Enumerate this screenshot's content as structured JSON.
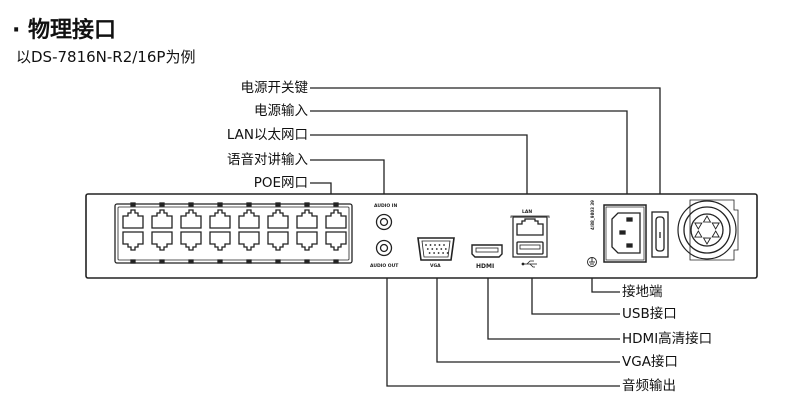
{
  "title": "· 物理接口",
  "subtitle": "以DS-7816N-R2/16P为例",
  "callouts_top": [
    {
      "label": "电源开关键"
    },
    {
      "label": "电源输入"
    },
    {
      "label": "LAN以太网口"
    },
    {
      "label": "语音对讲输入"
    },
    {
      "label": "POE网口"
    }
  ],
  "callouts_bottom": [
    {
      "label": "接地端"
    },
    {
      "label": "USB接口"
    },
    {
      "label": "HDMI高清接口"
    },
    {
      "label": "VGA接口"
    },
    {
      "label": "音频输出"
    }
  ],
  "panel": {
    "poe_port_count": 16,
    "audio_in": "AUDIO IN",
    "audio_out": "AUDIO OUT",
    "vga": "VGA",
    "hdmi": "HDMI",
    "lan": "LAN",
    "rating_text": "4/88_9803 39"
  },
  "colors": {
    "line": "#222222"
  }
}
